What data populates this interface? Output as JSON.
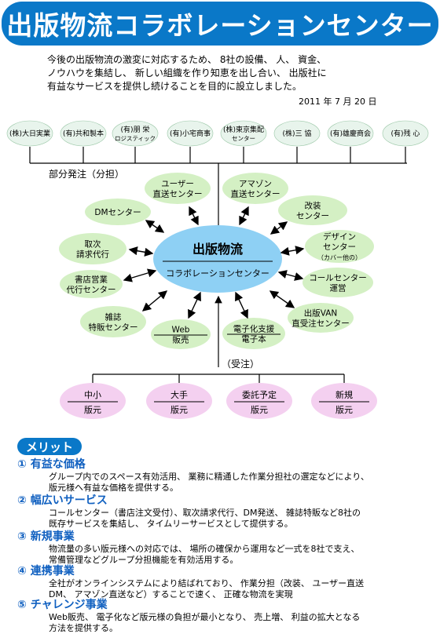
{
  "title": "出版物流コラボレーションセンター",
  "intro": {
    "lines": [
      "今後の出版物流の激変に対応するため、 8社の設備、 人、 資金、",
      "ノウハウを集結し、 新しい組織を作り知恵を出し合い、 出版社に",
      "有益なサービスを提供し続けることを目的に設立しました。"
    ],
    "date": "2011 年 7 月 20 日"
  },
  "companies": [
    {
      "line1": "(株)大日実業",
      "line2": ""
    },
    {
      "line1": "(有)共和製本",
      "line2": ""
    },
    {
      "line1": "(有)朋 栄",
      "line2": "ロジスティック"
    },
    {
      "line1": "(有)小宅商事",
      "line2": ""
    },
    {
      "line1": "(株)東京集配",
      "line2": "センター"
    },
    {
      "line1": "(株)三 協",
      "line2": ""
    },
    {
      "line1": "(有)雄慶商会",
      "line2": ""
    },
    {
      "line1": "(有)残 心",
      "line2": ""
    }
  ],
  "partial_order_label": "部分発注（分担）",
  "center": {
    "line1": "出版物流",
    "line2": "コラボレーションセンター"
  },
  "services": [
    {
      "line1": "ユーザー",
      "line2": "直送センター",
      "line3": ""
    },
    {
      "line1": "アマゾン",
      "line2": "直送センター",
      "line3": ""
    },
    {
      "line1": "DMセンター",
      "line2": "",
      "line3": ""
    },
    {
      "line1": "改装",
      "line2": "センター",
      "line3": ""
    },
    {
      "line1": "取次",
      "line2": "請求代行",
      "line3": ""
    },
    {
      "line1": "デザイン",
      "line2": "センター",
      "line3": "（カバー他の）"
    },
    {
      "line1": "書店営業",
      "line2": "代行センター",
      "line3": ""
    },
    {
      "line1": "コールセンター",
      "line2": "運営",
      "line3": ""
    },
    {
      "line1": "雑誌",
      "line2": "特販センター",
      "line3": ""
    },
    {
      "line1": "出版VAN",
      "line2": "直受注センター",
      "line3": ""
    },
    {
      "line1": "Web",
      "line2": "販売",
      "line3": ""
    },
    {
      "line1": "電子化支援",
      "line2": "電子本",
      "line3": ""
    }
  ],
  "order_label": "（受注）",
  "publishers": [
    {
      "line1": "中小",
      "line2": "版元"
    },
    {
      "line1": "大手",
      "line2": "版元"
    },
    {
      "line1": "委託予定",
      "line2": "版元"
    },
    {
      "line1": "新規",
      "line2": "版元"
    }
  ],
  "merit_header": "メリット",
  "merits": [
    {
      "title": "① 有益な価格",
      "body": [
        "グループ内でのスペース有効活用、 業務に精通した作業分担社の選定などにより、",
        "版元様へ有益な価格を提供する。"
      ]
    },
    {
      "title": "② 幅広いサービス",
      "body": [
        "コールセンター（書店注文受付）、取次請求代行、DM発送、 雑誌特販など8社の",
        "既存サービスを集結し、 タイムリーサービスとして提供する。"
      ]
    },
    {
      "title": "③ 新規事業",
      "body": [
        "物流量の多い版元様への対応では、 場所の確保から運用など一式を8社で支え、",
        "常備管理などグループ分担機能を有効活用する。"
      ]
    },
    {
      "title": "④ 連携事業",
      "body": [
        "全社がオンラインシステムにより結ばれており、 作業分担（改装、 ユーザー直送",
        "DM、 アマゾン直送など）することで速く、 正確な物流を実現"
      ]
    },
    {
      "title": "⑤ チャレンジ事業",
      "body": [
        "Web販売、 電子化など版元様の負担が最小となり、 売上増、 利益の拡大となる",
        "方法を提供する。"
      ]
    }
  ],
  "colors": {
    "accent_blue": "#0a78c8",
    "company_fill": "#e8f4ec",
    "service_fill": "#d4f0c4",
    "center_fill": "#8ed0f4",
    "publisher_fill": "#f4d0f0",
    "merit_title": "#1060c0"
  }
}
